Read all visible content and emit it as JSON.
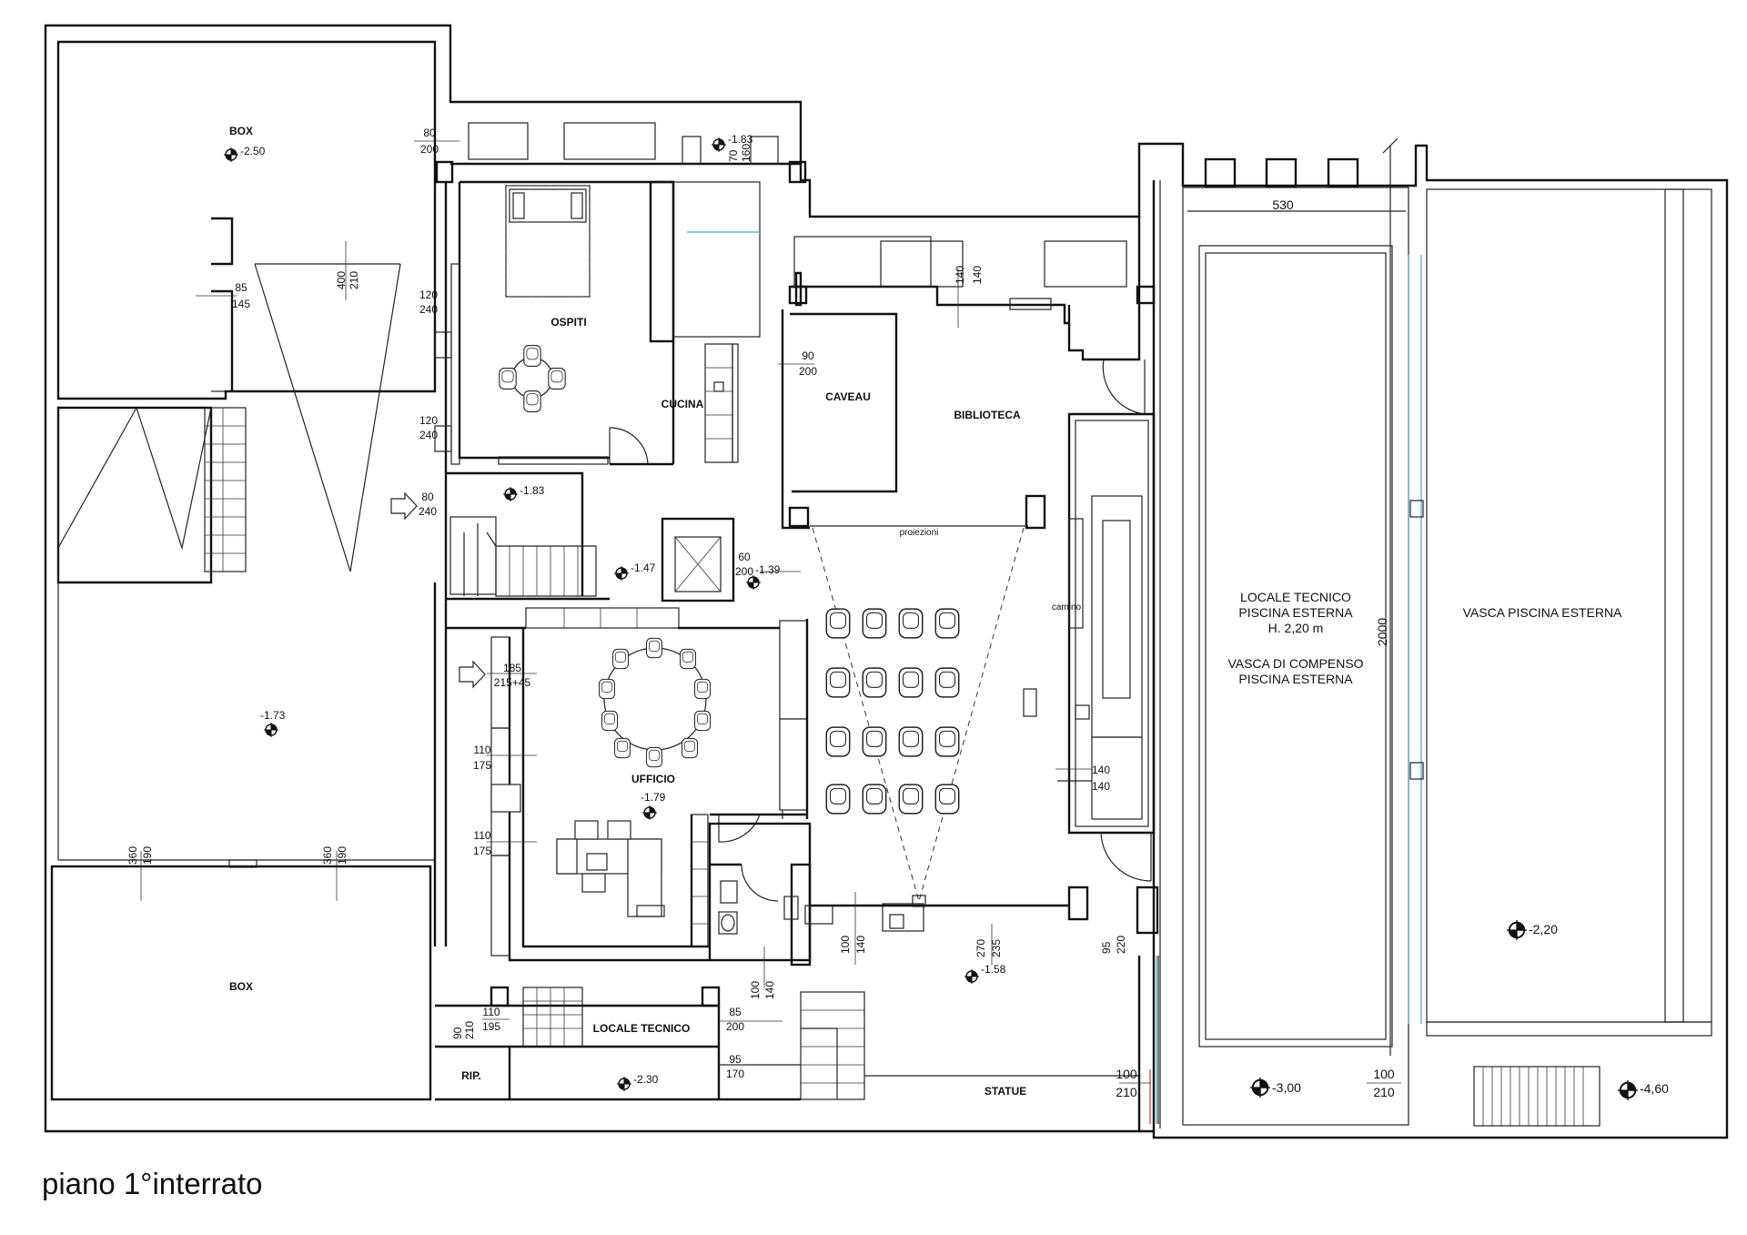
{
  "caption": "piano 1°interrato",
  "rooms": [
    {
      "id": "box-top",
      "label": "BOX"
    },
    {
      "id": "box-bottom",
      "label": "BOX"
    },
    {
      "id": "ospiti",
      "label": "OSPITI"
    },
    {
      "id": "cucina",
      "label": "CUCINA"
    },
    {
      "id": "caveau",
      "label": "CAVEAU"
    },
    {
      "id": "biblioteca",
      "label": "BIBLIOTECA"
    },
    {
      "id": "proiezioni",
      "label": "proiezioni"
    },
    {
      "id": "camino",
      "label": "camino"
    },
    {
      "id": "ufficio",
      "label": "UFFICIO"
    },
    {
      "id": "locale-tecnico",
      "label": "LOCALE TECNICO"
    },
    {
      "id": "rip",
      "label": "RIP."
    },
    {
      "id": "statue",
      "label": "STATUE"
    },
    {
      "id": "vasca-esterna",
      "label": "VASCA PISCINA ESTERNA"
    }
  ],
  "locale_tecnico_piscina": [
    "LOCALE TECNICO",
    "PISCINA ESTERNA",
    "H. 2,20 m",
    "",
    "VASCA DI COMPENSO",
    "PISCINA ESTERNA"
  ],
  "levels": [
    "-2.50",
    "-1.83",
    "-1.83",
    "-1.47",
    "-1.39",
    "-1.73",
    "-1.79",
    "-1.58",
    "-2.30",
    "-3,00",
    "-2,20",
    "-4,60"
  ],
  "dimensions": {
    "d80_200": [
      "80",
      "200"
    ],
    "d70_160": [
      "70",
      "160"
    ],
    "d85_145": [
      "85",
      "145"
    ],
    "d400_210": [
      "400",
      "210"
    ],
    "d120_240a": [
      "120",
      "240"
    ],
    "d120_240b": [
      "120",
      "240"
    ],
    "d80_240": [
      "80",
      "240"
    ],
    "d90_200": [
      "90",
      "200"
    ],
    "d140_140a": [
      "140",
      "140"
    ],
    "d60_200": [
      "60",
      "200"
    ],
    "d185_215": [
      "185",
      "215+45"
    ],
    "d110_175a": [
      "110",
      "175"
    ],
    "d110_175b": [
      "110",
      "175"
    ],
    "d140_140b": [
      "140",
      "140"
    ],
    "d360_190a": [
      "360",
      "190"
    ],
    "d360_190b": [
      "360",
      "190"
    ],
    "d100_140a": [
      "100",
      "140"
    ],
    "d270_235": [
      "270",
      "235"
    ],
    "d95_220": [
      "95",
      "220"
    ],
    "d110_195": [
      "110",
      "195"
    ],
    "d85_200": [
      "85",
      "200"
    ],
    "d100_140b": [
      "100",
      "140"
    ],
    "d90_210": [
      "90",
      "210"
    ],
    "d95_170": [
      "95",
      "170"
    ],
    "d100_210a": [
      "100",
      "210"
    ],
    "d100_210b": [
      "100",
      "210"
    ],
    "d530": "530",
    "d2000": "2000"
  }
}
